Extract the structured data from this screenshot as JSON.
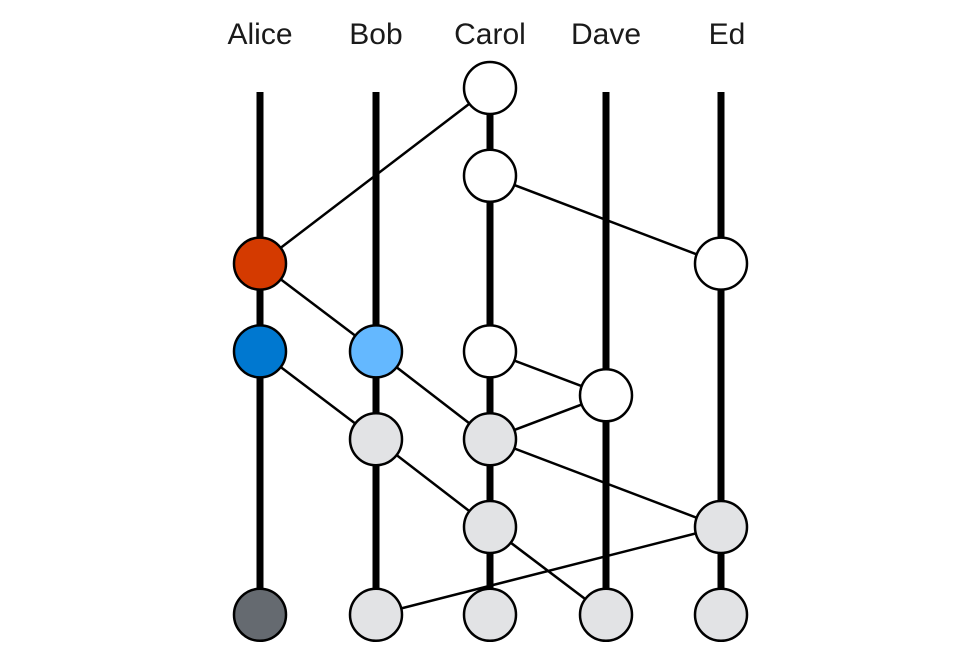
{
  "participants": [
    {
      "id": "alice",
      "label": "Alice"
    },
    {
      "id": "bob",
      "label": "Bob"
    },
    {
      "id": "carol",
      "label": "Carol"
    },
    {
      "id": "dave",
      "label": "Dave"
    },
    {
      "id": "ed",
      "label": "Ed"
    }
  ],
  "colors": {
    "unseen": "#ffffff",
    "gray": "#e2e3e5",
    "red": "#d43a00",
    "blue": "#0078d0",
    "light_blue": "#64b8ff",
    "dark": "#656a70"
  },
  "events": [
    {
      "id": "c1",
      "lane": "carol",
      "level": 0,
      "fill": "unseen"
    },
    {
      "id": "c2",
      "lane": "carol",
      "level": 1,
      "fill": "unseen"
    },
    {
      "id": "e1",
      "lane": "ed",
      "level": 2,
      "fill": "unseen"
    },
    {
      "id": "a1",
      "lane": "alice",
      "level": 2,
      "fill": "red"
    },
    {
      "id": "a2",
      "lane": "alice",
      "level": 3,
      "fill": "blue"
    },
    {
      "id": "b1",
      "lane": "bob",
      "level": 3,
      "fill": "light_blue"
    },
    {
      "id": "c3",
      "lane": "carol",
      "level": 3,
      "fill": "unseen"
    },
    {
      "id": "d1",
      "lane": "dave",
      "level": 3.5,
      "fill": "unseen"
    },
    {
      "id": "b2",
      "lane": "bob",
      "level": 4,
      "fill": "gray"
    },
    {
      "id": "c4",
      "lane": "carol",
      "level": 4,
      "fill": "gray"
    },
    {
      "id": "c5",
      "lane": "carol",
      "level": 5,
      "fill": "gray"
    },
    {
      "id": "e2",
      "lane": "ed",
      "level": 5,
      "fill": "gray"
    },
    {
      "id": "a3",
      "lane": "alice",
      "level": 6,
      "fill": "dark"
    },
    {
      "id": "b3",
      "lane": "bob",
      "level": 6,
      "fill": "gray"
    },
    {
      "id": "c6",
      "lane": "carol",
      "level": 6,
      "fill": "gray"
    },
    {
      "id": "d2",
      "lane": "dave",
      "level": 6,
      "fill": "gray"
    },
    {
      "id": "e3",
      "lane": "ed",
      "level": 6,
      "fill": "gray"
    }
  ],
  "edges": [
    [
      "c1",
      "a1"
    ],
    [
      "c2",
      "e1"
    ],
    [
      "a1",
      "b1"
    ],
    [
      "a2",
      "b2"
    ],
    [
      "b1",
      "c4"
    ],
    [
      "c3",
      "d1"
    ],
    [
      "d1",
      "c4"
    ],
    [
      "c4",
      "e2"
    ],
    [
      "b2",
      "c5"
    ],
    [
      "c5",
      "d2"
    ],
    [
      "e2",
      "b3"
    ]
  ]
}
